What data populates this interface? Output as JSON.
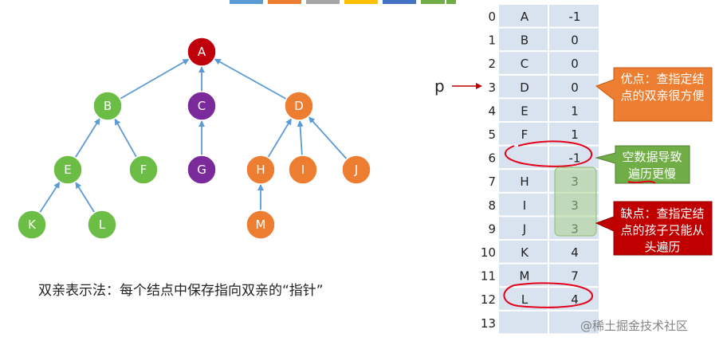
{
  "colors": {
    "root": "#c0000b",
    "green": "#6cbd45",
    "purple": "#7b2a9b",
    "orange": "#ed7d31",
    "edge": "#5b9bd5",
    "cell": "#d9e3ef",
    "red_mark": "#e2001a",
    "callout_orange": "#ed7d31",
    "callout_green": "#70ad47",
    "callout_red": "#c00000"
  },
  "tree": {
    "nodes": [
      {
        "id": "A",
        "label": "A",
        "color": "root"
      },
      {
        "id": "B",
        "label": "B",
        "color": "green"
      },
      {
        "id": "C",
        "label": "C",
        "color": "purple"
      },
      {
        "id": "D",
        "label": "D",
        "color": "orange"
      },
      {
        "id": "E",
        "label": "E",
        "color": "green"
      },
      {
        "id": "F",
        "label": "F",
        "color": "green"
      },
      {
        "id": "G",
        "label": "G",
        "color": "purple"
      },
      {
        "id": "H",
        "label": "H",
        "color": "orange"
      },
      {
        "id": "I",
        "label": "I",
        "color": "orange"
      },
      {
        "id": "J",
        "label": "J",
        "color": "orange"
      },
      {
        "id": "K",
        "label": "K",
        "color": "green"
      },
      {
        "id": "L",
        "label": "L",
        "color": "green"
      },
      {
        "id": "M",
        "label": "M",
        "color": "orange"
      }
    ],
    "edges": [
      [
        "B",
        "A"
      ],
      [
        "C",
        "A"
      ],
      [
        "D",
        "A"
      ],
      [
        "E",
        "B"
      ],
      [
        "F",
        "B"
      ],
      [
        "G",
        "C"
      ],
      [
        "H",
        "D"
      ],
      [
        "I",
        "D"
      ],
      [
        "J",
        "D"
      ],
      [
        "K",
        "E"
      ],
      [
        "L",
        "E"
      ],
      [
        "M",
        "H"
      ]
    ]
  },
  "caption": "双亲表示法：每个结点中保存指向双亲的“指针”",
  "table": {
    "rows": [
      {
        "index": "0",
        "data": "A",
        "parent": "-1"
      },
      {
        "index": "1",
        "data": "B",
        "parent": "0"
      },
      {
        "index": "2",
        "data": "C",
        "parent": "0"
      },
      {
        "index": "3",
        "data": "D",
        "parent": "0"
      },
      {
        "index": "4",
        "data": "E",
        "parent": "1"
      },
      {
        "index": "5",
        "data": "F",
        "parent": "1"
      },
      {
        "index": "6",
        "data": "",
        "parent": "-1"
      },
      {
        "index": "7",
        "data": "H",
        "parent": "3"
      },
      {
        "index": "8",
        "data": "I",
        "parent": "3"
      },
      {
        "index": "9",
        "data": "J",
        "parent": "3"
      },
      {
        "index": "10",
        "data": "K",
        "parent": "4"
      },
      {
        "index": "11",
        "data": "M",
        "parent": "7"
      },
      {
        "index": "12",
        "data": "L",
        "parent": "4"
      },
      {
        "index": "13",
        "data": "",
        "parent": ""
      }
    ]
  },
  "pointer_label": "p",
  "callouts": {
    "advantage": "优点：查指定结点的双亲很方便",
    "empty_data": "空数据导致遍历更慢",
    "disadvantage": "缺点：查指定结点的孩子只能从头遍历"
  },
  "watermark": "@稀土掘金技术社区"
}
